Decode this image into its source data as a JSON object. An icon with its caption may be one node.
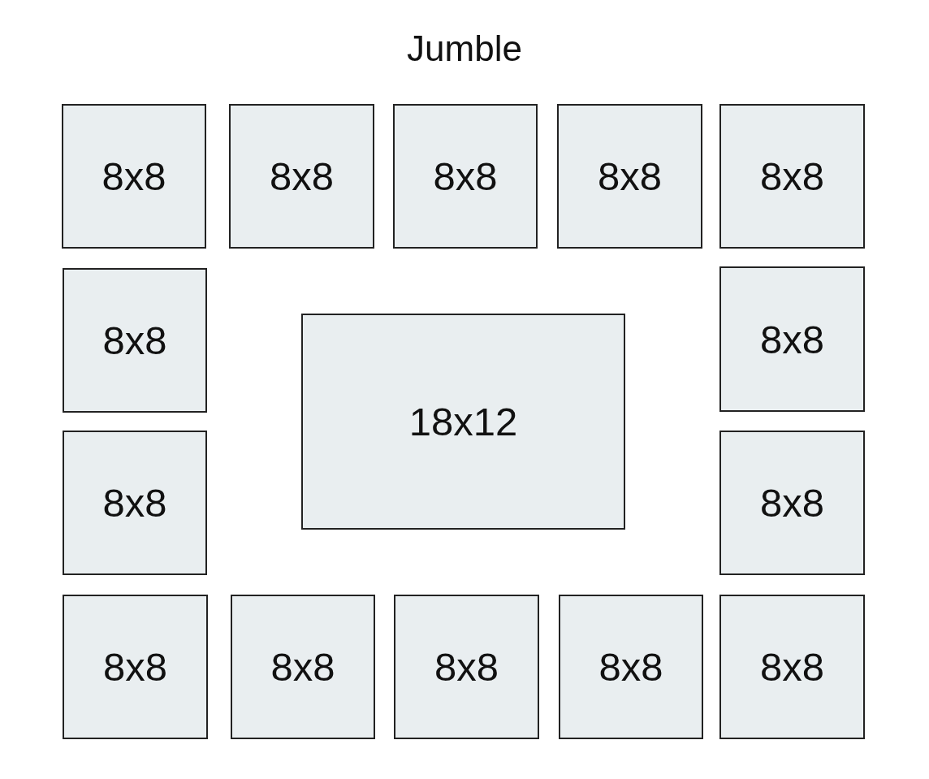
{
  "diagram": {
    "title": "Jumble",
    "nodes": [
      {
        "text": [
          "8x8"
        ]
      },
      {
        "text": [
          "8x8"
        ]
      },
      {
        "text": [
          "8x8"
        ]
      },
      {
        "text": [
          "8x8"
        ]
      },
      {
        "text": [
          "8x8"
        ]
      },
      {
        "text": [
          "8x8"
        ]
      },
      {
        "text": [
          "18x12"
        ]
      },
      {
        "text": [
          "8x8"
        ]
      },
      {
        "text": [
          "8x8"
        ]
      },
      {
        "text": [
          "8x8"
        ]
      },
      {
        "text": [
          "8x8"
        ]
      },
      {
        "text": [
          "8x8"
        ]
      },
      {
        "text": [
          "8x8"
        ]
      },
      {
        "text": [
          "8x8"
        ]
      },
      {
        "text": [
          "8x8"
        ]
      }
    ],
    "edges": []
  }
}
